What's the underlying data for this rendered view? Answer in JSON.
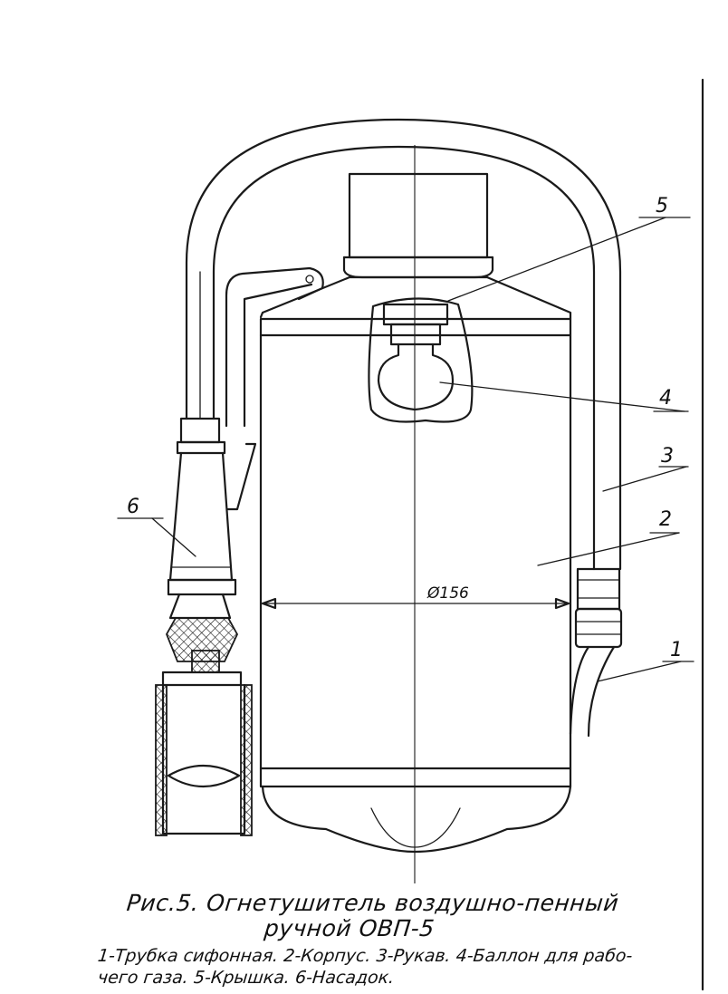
{
  "figure": {
    "dimension_label": "Ø156",
    "callouts": [
      {
        "number": "1",
        "part": "Трубка сифонная"
      },
      {
        "number": "2",
        "part": "Корпус"
      },
      {
        "number": "3",
        "part": "Рукав"
      },
      {
        "number": "4",
        "part": "Баллон для рабочего газа"
      },
      {
        "number": "5",
        "part": "Крышка"
      },
      {
        "number": "6",
        "part": "Насадок"
      }
    ]
  },
  "caption": {
    "title": "Рис.5. Огнетушитель воздушно-пенный",
    "subtitle": "ручной ОВП-5",
    "legend_line1": "1-Трубка сифонная. 2-Корпус. 3-Рукав. 4-Баллон для рабо-",
    "legend_line2": "чего газа. 5-Крышка. 6-Насадок."
  }
}
